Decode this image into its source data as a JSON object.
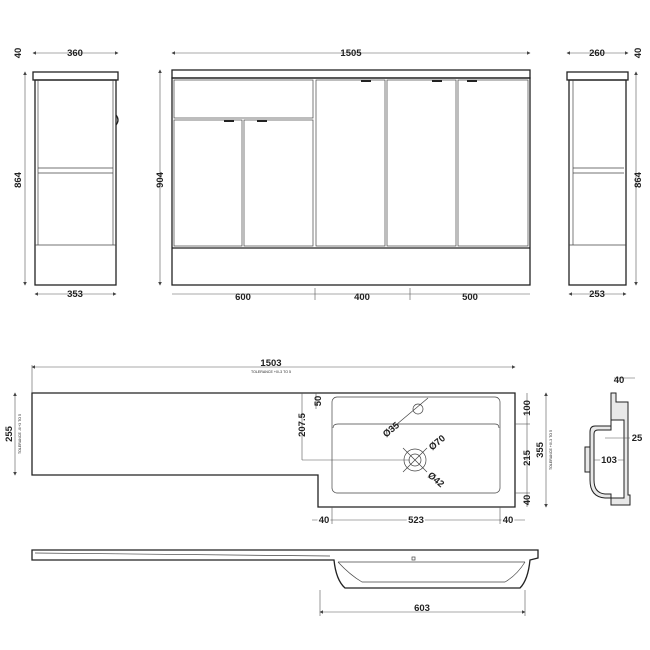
{
  "side_view_left": {
    "width_top": "360",
    "top_thickness": "40",
    "height": "864",
    "width_bottom": "353"
  },
  "front_view": {
    "width_top": "1505",
    "height": "904",
    "bottom_segments": [
      "600",
      "400",
      "500"
    ]
  },
  "side_view_right": {
    "width_top": "260",
    "top_thickness": "40",
    "height": "864",
    "width_bottom": "253"
  },
  "plan_view": {
    "overall_width": "1503",
    "overall_width_tolerance": "TOLERANCE +0/-3 TO 5",
    "left_depth": "255",
    "left_depth_tolerance": "TOLERANCE -0/+3 TO 5",
    "tap_offset": "50",
    "waste_offset": "207.5",
    "tap_hole": "Ø35",
    "waste_outer": "Ø70",
    "waste_inner": "Ø42",
    "right_dims": [
      "100",
      "215",
      "40"
    ],
    "total_depth": "355",
    "total_depth_tolerance": "TOLERANCE +0/-3 TO 5",
    "bottom_dims": [
      "40",
      "523",
      "40"
    ]
  },
  "section_view": {
    "top": "40",
    "lip": "25",
    "depth": "103"
  },
  "elevation_view": {
    "basin_width": "603"
  }
}
